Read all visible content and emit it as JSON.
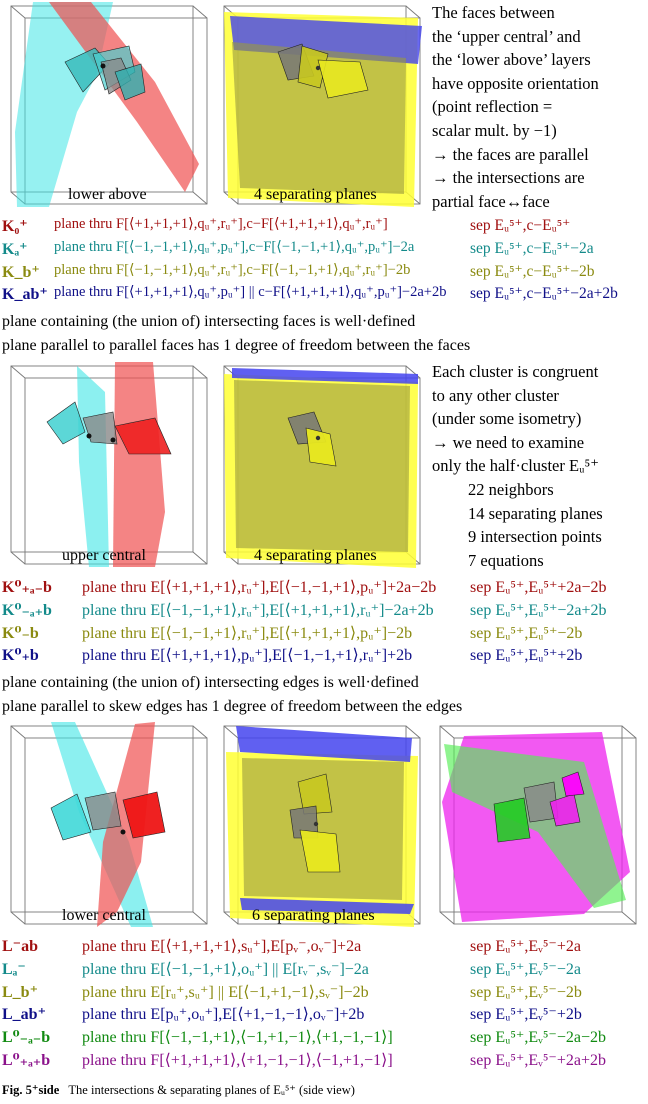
{
  "section1": {
    "captions": [
      "lower above",
      "4 separating planes"
    ],
    "side_text": [
      "The faces between",
      "the ‘upper central’ and",
      "the ‘lower above’ layers",
      "have opposite orientation",
      "(point reflection =",
      "scalar mult. by −1)",
      "→ the faces are parallel",
      "→ the intersections are",
      "partial face↔face"
    ],
    "rows": [
      {
        "label": "K₀⁺",
        "desc": "plane thru F[⟨+1,+1,+1⟩,qᵤ⁺,rᵤ⁺],c−F[⟨+1,+1,+1⟩,qᵤ⁺,rᵤ⁺]",
        "sep": "sep Eᵤ⁵⁺,c−Eᵤ⁵⁺",
        "color": "#a01010"
      },
      {
        "label": "Kₐ⁺",
        "desc": "plane thru F[⟨−1,−1,+1⟩,qᵤ⁺,pᵤ⁺],c−F[⟨−1,−1,+1⟩,qᵤ⁺,pᵤ⁺]−2a",
        "sep": "sep Eᵤ⁵⁺,c−Eᵤ⁵⁺−2a",
        "color": "#138a8a"
      },
      {
        "label": "K_b⁺",
        "desc": "plane thru F[⟨−1,−1,+1⟩,qᵤ⁺,rᵤ⁺],c−F[⟨−1,−1,+1⟩,qᵤ⁺,rᵤ⁺]−2b",
        "sep": "sep Eᵤ⁵⁺,c−Eᵤ⁵⁺−2b",
        "color": "#8a8a10"
      },
      {
        "label": "K_ab⁺",
        "desc": "plane thru F[⟨+1,+1,+1⟩,qᵤ⁺,pᵤ⁺] || c−F[⟨+1,+1,+1⟩,qᵤ⁺,pᵤ⁺]−2a+2b",
        "sep": "sep Eᵤ⁵⁺,c−Eᵤ⁵⁺−2a+2b",
        "color": "#101088"
      }
    ],
    "line1": "plane containing (the union of) intersecting faces is well·defined",
    "line2": "plane parallel to parallel faces has 1 degree of freedom between the faces"
  },
  "section2": {
    "captions": [
      "upper central",
      "4 separating planes"
    ],
    "side_text": [
      "Each cluster is congruent",
      "to any other cluster",
      "(under some isometry)",
      "→ we need to examine",
      "only the half·cluster Eᵤ⁵⁺"
    ],
    "stats": [
      "22 neighbors",
      "14 separating planes",
      "9 intersection points",
      "7 equations"
    ],
    "rows": [
      {
        "label": "K⁰₊ₐ₋b",
        "desc": "plane thru E[⟨+1,+1,+1⟩,rᵤ⁺],E[⟨−1,−1,+1⟩,pᵤ⁺]+2a−2b",
        "sep": "sep Eᵤ⁵⁺,Eᵤ⁵⁺+2a−2b",
        "color": "#a01010"
      },
      {
        "label": "K⁰₋ₐ₊b",
        "desc": "plane thru E[⟨−1,−1,+1⟩,rᵤ⁺],E[⟨+1,+1,+1⟩,rᵤ⁺]−2a+2b",
        "sep": "sep Eᵤ⁵⁺,Eᵤ⁵⁺−2a+2b",
        "color": "#138a8a"
      },
      {
        "label": "K⁰₋b",
        "desc": "plane thru E[⟨−1,−1,+1⟩,rᵤ⁺],E[⟨+1,+1,+1⟩,pᵤ⁺]−2b",
        "sep": "sep Eᵤ⁵⁺,Eᵤ⁵⁺−2b",
        "color": "#8a8a10"
      },
      {
        "label": "K⁰₊b",
        "desc": "plane thru E[⟨+1,+1,+1⟩,pᵤ⁺],E[⟨−1,−1,+1⟩,rᵤ⁺]+2b",
        "sep": "sep Eᵤ⁵⁺,Eᵤ⁵⁺+2b",
        "color": "#101088"
      }
    ],
    "line1": "plane containing (the union of) intersecting edges is well·defined",
    "line2": "plane parallel to skew edges has 1 degree of freedom between the edges"
  },
  "section3": {
    "captions": [
      "lower central",
      "6 separating planes"
    ],
    "rows": [
      {
        "label": "L⁻ab",
        "desc": "plane thru E[⟨+1,+1,+1⟩,sᵤ⁺],E[pᵥ⁻,oᵥ⁻]+2a",
        "sep": "sep Eᵤ⁵⁺,Eᵥ⁵⁻+2a",
        "color": "#a01010"
      },
      {
        "label": "Lₐ⁻",
        "desc": "plane thru E[⟨−1,−1,+1⟩,oᵤ⁺] || E[rᵥ⁻,sᵥ⁻]−2a",
        "sep": "sep Eᵤ⁵⁺,Eᵥ⁵⁻−2a",
        "color": "#138a8a"
      },
      {
        "label": "L_b⁺",
        "desc": "plane thru E[rᵤ⁺,sᵤ⁺] || E[⟨−1,+1,−1⟩,sᵥ⁻]−2b",
        "sep": "sep Eᵤ⁵⁺,Eᵥ⁵⁻−2b",
        "color": "#8a8a10"
      },
      {
        "label": "L_ab⁺",
        "desc": "plane thru E[pᵤ⁺,oᵤ⁺],E[⟨+1,−1,−1⟩,oᵥ⁻]+2b",
        "sep": "sep Eᵤ⁵⁺,Eᵥ⁵⁻+2b",
        "color": "#101088"
      },
      {
        "label": "L⁰₋ₐ₋b",
        "desc": "plane thru F[⟨−1,−1,+1⟩,⟨−1,+1,−1⟩,⟨+1,−1,−1⟩]",
        "sep": "sep Eᵤ⁵⁺,Eᵥ⁵⁻−2a−2b",
        "color": "#118a11"
      },
      {
        "label": "L⁰₊ₐ₊b",
        "desc": "plane thru F[⟨+1,+1,+1⟩,⟨+1,−1,−1⟩,⟨−1,+1,−1⟩]",
        "sep": "sep Eᵤ⁵⁺,Eᵥ⁵⁻+2a+2b",
        "color": "#8a118a"
      }
    ]
  },
  "figure_caption": {
    "label": "Fig. 5⁺side",
    "text": "The intersections & separating planes of Eᵤ⁵⁺ (side view)"
  },
  "colors": {
    "red_plane": "#f05050",
    "cyan_plane": "#40e6e6",
    "yellow_plane": "#ffff33",
    "blue_plane": "#4444ee",
    "magenta_plane": "#ee22ee",
    "green_plane": "#55ee55"
  }
}
